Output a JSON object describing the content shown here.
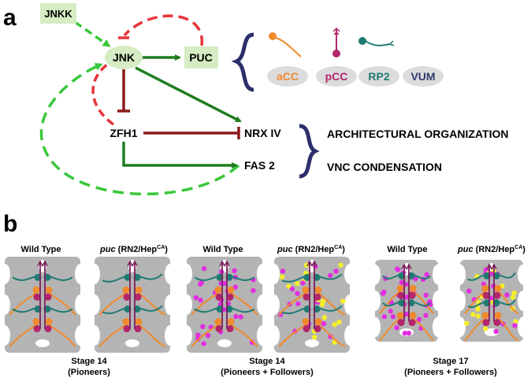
{
  "panel_a": {
    "label": "a",
    "nodes": {
      "jnkk": "JNKK",
      "jnk": "JNK",
      "puc": "PUC",
      "zfh1": "ZFH1",
      "nrx": "NRX IV",
      "fas": "FAS 2"
    },
    "cells": [
      "aCC",
      "pCC",
      "RP2",
      "VUM"
    ],
    "outcomes": {
      "arch": "ARCHITECTURAL ORGANIZATION",
      "vnc": "VNC CONDENSATION"
    },
    "colors": {
      "activation_green": "#1e7d1e",
      "feedback_light_green": "#39c739",
      "inhibition_dark_red": "#8b1a1a",
      "feedback_red": "#e8343a",
      "node_fill": "#d6ecc4",
      "brace": "#2c2f6b",
      "aCC": "#f08a2c",
      "pCC": "#b3266b",
      "RP2": "#1f7a73",
      "VUM": "#333a6e",
      "cell_oval": "#dcdcdc"
    }
  },
  "panel_b": {
    "label": "b",
    "titles": {
      "wild_type": "Wild Type",
      "puc_italic": "puc",
      "puc_rest": " (RN2/Hep",
      "ca_sup": "CA",
      "close": ")"
    },
    "stages": [
      {
        "line1": "Stage 14",
        "line2": "(Pioneers)"
      },
      {
        "line1": "Stage 14",
        "line2": "(Pioneers + Followers)"
      },
      {
        "line1": "Stage 17",
        "line2": "(Pioneers + Followers)"
      }
    ],
    "colors": {
      "vnc_gray": "#b4b4b4",
      "follower_magenta": "#e22ee0",
      "follower_yellow": "#f4ee2a",
      "teal": "#1f7a73",
      "orange": "#f08a2c",
      "purple": "#b3266b",
      "midline": "#7a1f5a"
    }
  }
}
